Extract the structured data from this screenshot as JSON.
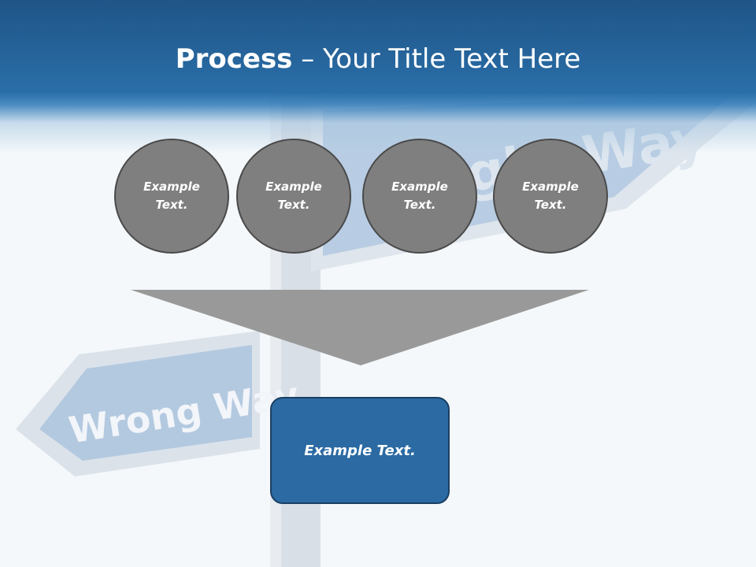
{
  "title": {
    "bold": "Process",
    "rest": " – Your Title Text Here"
  },
  "background": {
    "sign_top_text": "Right Way",
    "sign_bottom_text": "Wrong Way"
  },
  "steps": [
    {
      "text": "Example Text."
    },
    {
      "text": "Example Text."
    },
    {
      "text": "Example Text."
    },
    {
      "text": "Example Text."
    }
  ],
  "result": {
    "text": "Example Text."
  },
  "colors": {
    "title_band": "#2a6ea8",
    "circle": "#7f7f7f",
    "arrow": "#999999",
    "result_box": "#2b6aa3"
  }
}
